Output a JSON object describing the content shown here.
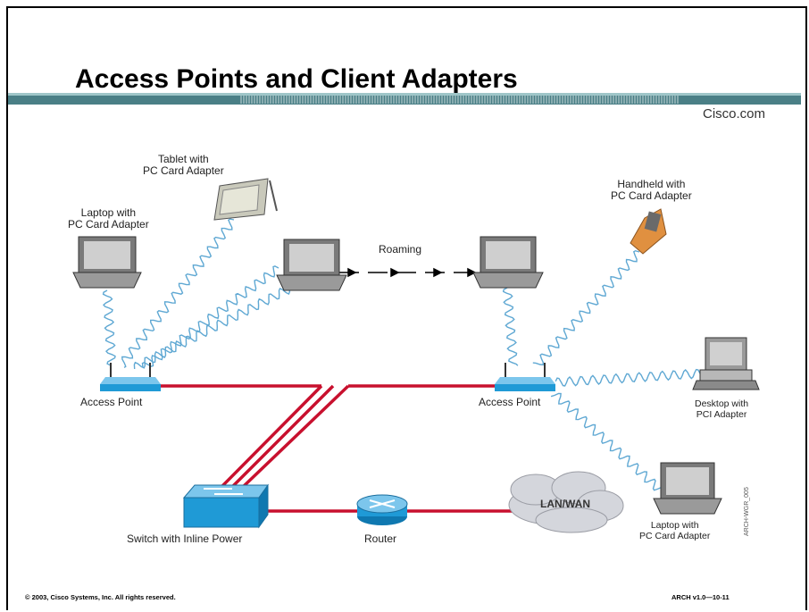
{
  "slide": {
    "title": "Access Points and Client Adapters",
    "brand": "Cisco.com",
    "copyright": "© 2003, Cisco Systems, Inc. All rights reserved.",
    "course_id": "ARCH v1.0—10-11",
    "side_code": "ARCH-WGR_005"
  },
  "diagram": {
    "labels": {
      "tablet": [
        "Tablet with",
        "PC Card Adapter"
      ],
      "laptop_left": [
        "Laptop with",
        "PC Card Adapter"
      ],
      "handheld": [
        "Handheld with",
        "PC Card Adapter"
      ],
      "roaming": "Roaming",
      "access_point_left": "Access Point",
      "access_point_right": "Access Point",
      "desktop": [
        "Desktop with",
        "PCI Adapter"
      ],
      "switch": "Switch with Inline Power",
      "router": "Router",
      "cloud": "LAN/WAN",
      "laptop_right": [
        "Laptop with",
        "PC Card Adapter"
      ]
    },
    "colors": {
      "link": "#c8102e",
      "radio": "#5fa8d3",
      "device_blue": "#1f9ad6",
      "header_bar": "#4a7f86"
    }
  }
}
